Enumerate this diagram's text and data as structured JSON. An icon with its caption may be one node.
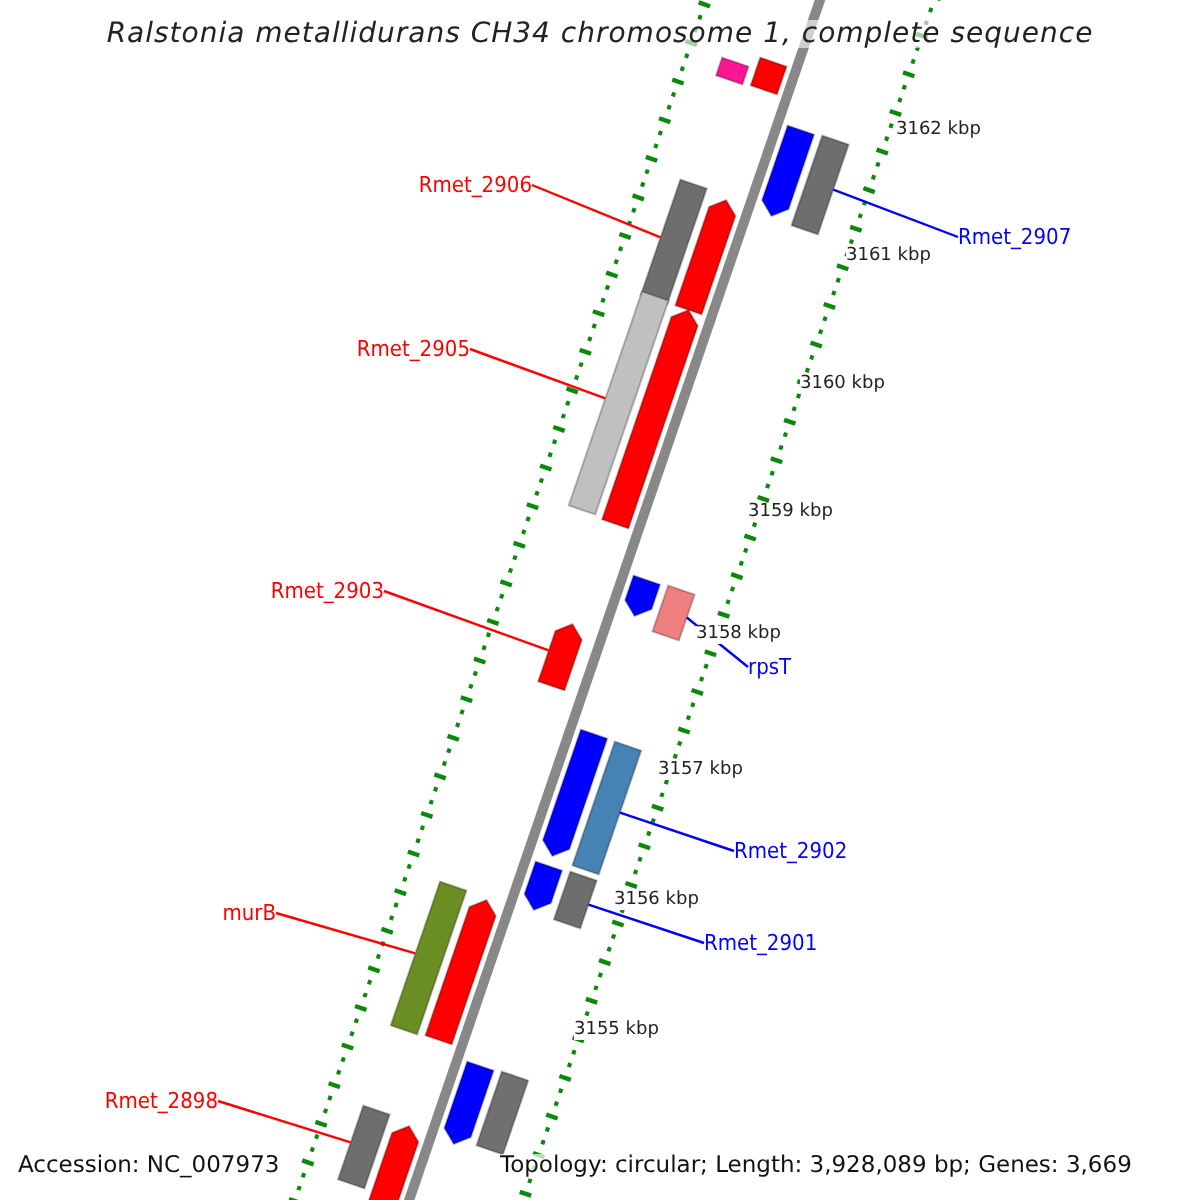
{
  "diagram": {
    "title": "Ralstonia metallidurans CH34 chromosome 1, complete sequence",
    "nodes": [
      {
        "text": [
          "Rmet_2906"
        ]
      },
      {
        "text": [],
        "shape": "bar"
      },
      {
        "text": [
          "Rmet_2907"
        ]
      },
      {
        "text": [],
        "shape": "bar"
      },
      {
        "text": [
          "Rmet_2905"
        ]
      },
      {
        "text": [],
        "shape": "bar"
      },
      {
        "text": [
          "Rmet_2903"
        ]
      },
      {
        "text": [],
        "shape": "bar"
      },
      {
        "text": [
          "rpsT"
        ]
      },
      {
        "text": [],
        "shape": "bar"
      },
      {
        "text": [
          "Rmet_2902"
        ]
      },
      {
        "text": [],
        "shape": "bar"
      },
      {
        "text": [
          "murB"
        ]
      },
      {
        "text": [],
        "shape": "bar"
      },
      {
        "text": [
          "Rmet_2901"
        ]
      },
      {
        "text": [],
        "shape": "bar"
      },
      {
        "text": [
          "Rmet_2898"
        ]
      },
      {
        "text": [],
        "shape": "bar"
      },
      {
        "text": [],
        "shape": "bar"
      },
      {
        "text": [],
        "shape": "bar"
      },
      {
        "text": [],
        "shape": "bar"
      },
      {
        "text": [],
        "shape": "bar"
      },
      {
        "text": [],
        "shape": "bar"
      },
      {
        "text": [],
        "shape": "bar"
      },
      {
        "text": [],
        "shape": "bar"
      },
      {
        "text": [],
        "shape": "bar"
      },
      {
        "text": [],
        "shape": "bar"
      },
      {
        "text": [],
        "shape": "bar"
      },
      {
        "text": [],
        "shape": "bar"
      },
      {
        "text": [],
        "shape": "bar"
      }
    ],
    "edges": [
      {
        "from": 0,
        "to": 1,
        "arrow": "none",
        "color": "#ff0000"
      },
      {
        "from": 2,
        "to": 3,
        "arrow": "none",
        "color": "#0000ff"
      },
      {
        "from": 4,
        "to": 5,
        "arrow": "none",
        "color": "#ff0000"
      },
      {
        "from": 6,
        "to": 7,
        "arrow": "none",
        "color": "#ff0000"
      },
      {
        "from": 8,
        "to": 9,
        "arrow": "none",
        "color": "#0000ff"
      },
      {
        "from": 10,
        "to": 11,
        "arrow": "none",
        "color": "#0000ff"
      },
      {
        "from": 12,
        "to": 13,
        "arrow": "none",
        "color": "#ff0000"
      },
      {
        "from": 14,
        "to": 15,
        "arrow": "none",
        "color": "#0000ff"
      },
      {
        "from": 16,
        "to": 17,
        "arrow": "none",
        "color": "#ff0000"
      }
    ],
    "labels": [
      "3162 kbp",
      "3161 kbp",
      "3160 kbp",
      "3159 kbp",
      "3158 kbp",
      "3157 kbp",
      "3156 kbp",
      "3155 kbp",
      "Accession: NC_007973",
      "Topology: circular; Length: 3,928,089 bp; Genes: 3,669"
    ]
  }
}
